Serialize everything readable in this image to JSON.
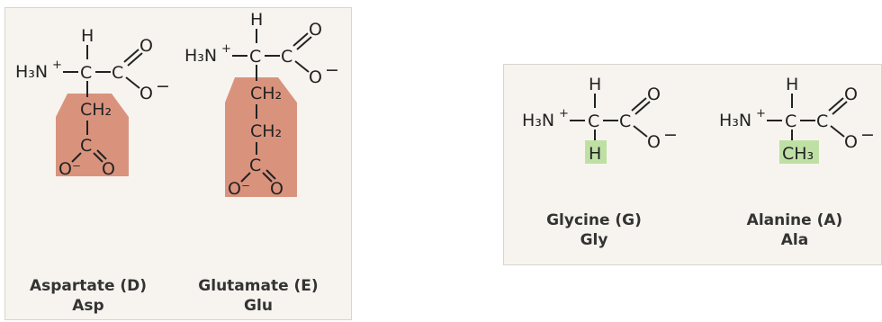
{
  "colors": {
    "acidic_highlight": "#d9937d",
    "nonpolar_highlight": "#bfe0a4",
    "panel_bg": "#f7f4ef"
  },
  "atoms": {
    "H": "H",
    "H3N": "H₃N",
    "plus": "+",
    "C": "C",
    "O": "O",
    "O_minus": "O⁻",
    "minus": "−",
    "CH2": "CH₂",
    "CH3": "CH₃"
  },
  "molecules": [
    {
      "id": "aspartate",
      "name": "Aspartate (D)",
      "abbrev": "Asp"
    },
    {
      "id": "glutamate",
      "name": "Glutamate (E)",
      "abbrev": "Glu"
    },
    {
      "id": "glycine",
      "name": "Glycine (G)",
      "abbrev": "Gly"
    },
    {
      "id": "alanine",
      "name": "Alanine (A)",
      "abbrev": "Ala"
    }
  ]
}
